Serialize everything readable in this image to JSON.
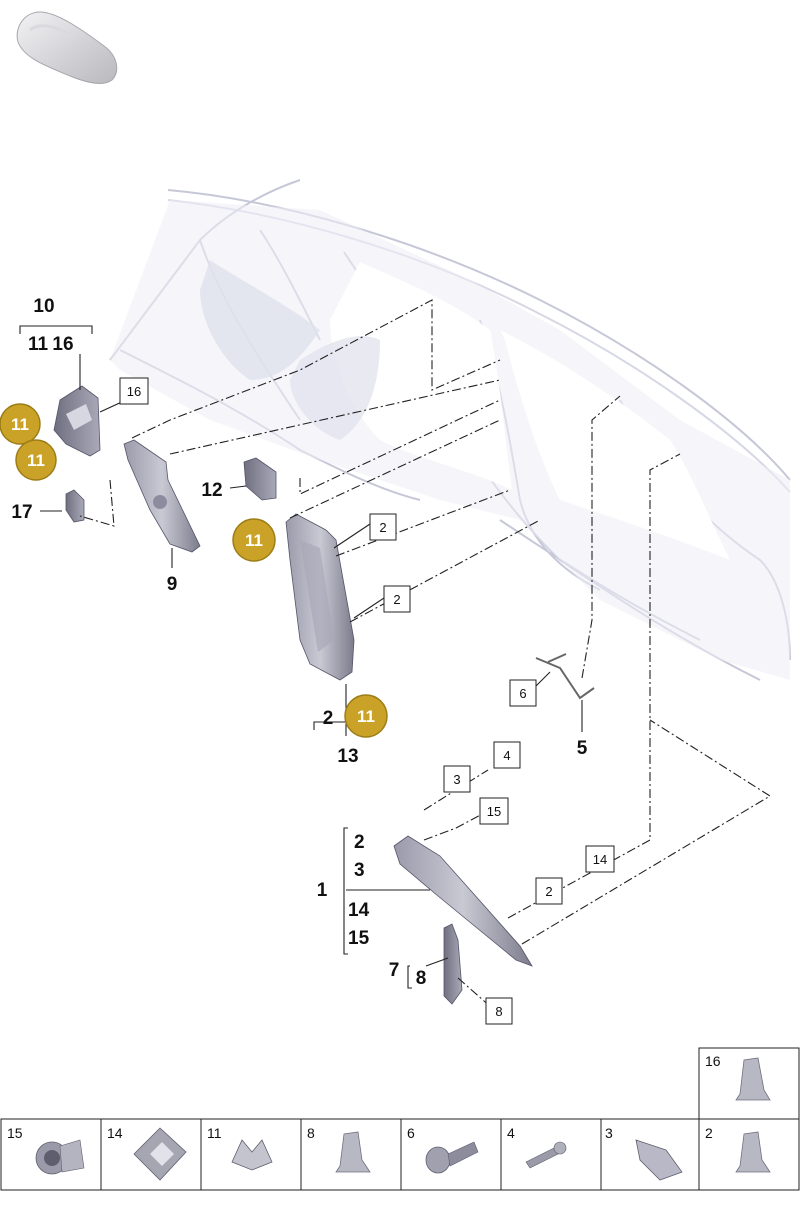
{
  "callouts": {
    "c1": "1",
    "c2": "2",
    "c3": "3",
    "c5": "5",
    "c7": "7",
    "c8": "8",
    "c9": "9",
    "c10": "10",
    "c12": "12",
    "c13": "13",
    "c14": "14",
    "c15": "15",
    "c17": "17",
    "c11a": "11",
    "c16a": "16",
    "c13_2": "2",
    "c7_8": "8"
  },
  "boxed": {
    "b16": "16",
    "b2a": "2",
    "b2b": "2",
    "b6": "6",
    "b4": "4",
    "b3": "3",
    "b15": "15",
    "b14": "14",
    "b2c": "2",
    "b8": "8"
  },
  "gold_badges": [
    "11",
    "11",
    "11",
    "11"
  ],
  "colors": {
    "badge": "#c9a227",
    "badge_stroke": "#9c7d17",
    "frame_line": "#222222"
  },
  "parts_legend": {
    "top_cell": "16",
    "cells": [
      "15",
      "14",
      "11",
      "8",
      "6",
      "4",
      "3",
      "2"
    ]
  }
}
